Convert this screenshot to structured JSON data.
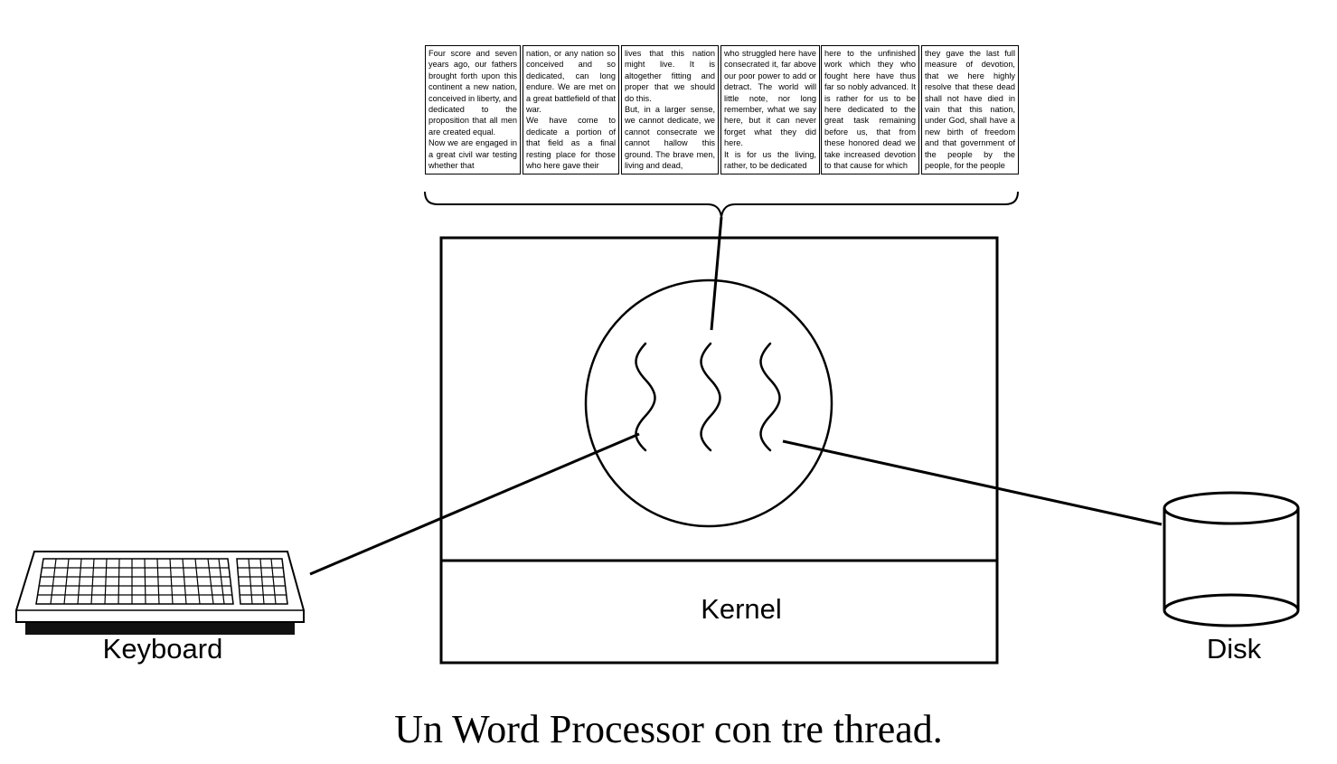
{
  "document_text": {
    "columns": [
      "   Four score and seven years ago, our fathers brought forth upon this continent a new nation, conceived in liberty, and dedicated to the proposition that all men are created equal.\n   Now we are engaged in a great civil war testing whether that",
      "nation, or any nation so conceived and so dedicated, can long endure. We are met on a great battlefield of that war.\n   We have come to dedicate a portion of that field as a final resting place for those who here gave their",
      "lives that this nation might live. It is altogether fitting and proper that we should do this.\n   But, in a larger sense, we cannot dedicate, we cannot consecrate we cannot hallow this ground. The brave men, living and dead,",
      "who struggled here have consecrated it, far above our poor power to add or detract. The world will little note, nor long remember, what we say here, but it can never forget what they did here.\n   It is for us the living, rather, to be dedicated",
      "here to the unfinished work which they who fought here have thus far so nobly advanced. It is rather for us to be here dedicated to the great task remaining before us, that from these honored dead we take increased devotion to that cause for which",
      "they gave the last full measure of devotion, that we here highly resolve that these dead shall not have died in vain that this nation, under God, shall have a new birth of freedom and that government of the people by the people, for the people"
    ]
  },
  "labels": {
    "keyboard": "Keyboard",
    "kernel": "Kernel",
    "disk": "Disk"
  },
  "caption": "Un Word Processor con tre thread.",
  "threads": {
    "count": 3
  },
  "colors": {
    "ink": "#000000",
    "background": "#ffffff"
  }
}
